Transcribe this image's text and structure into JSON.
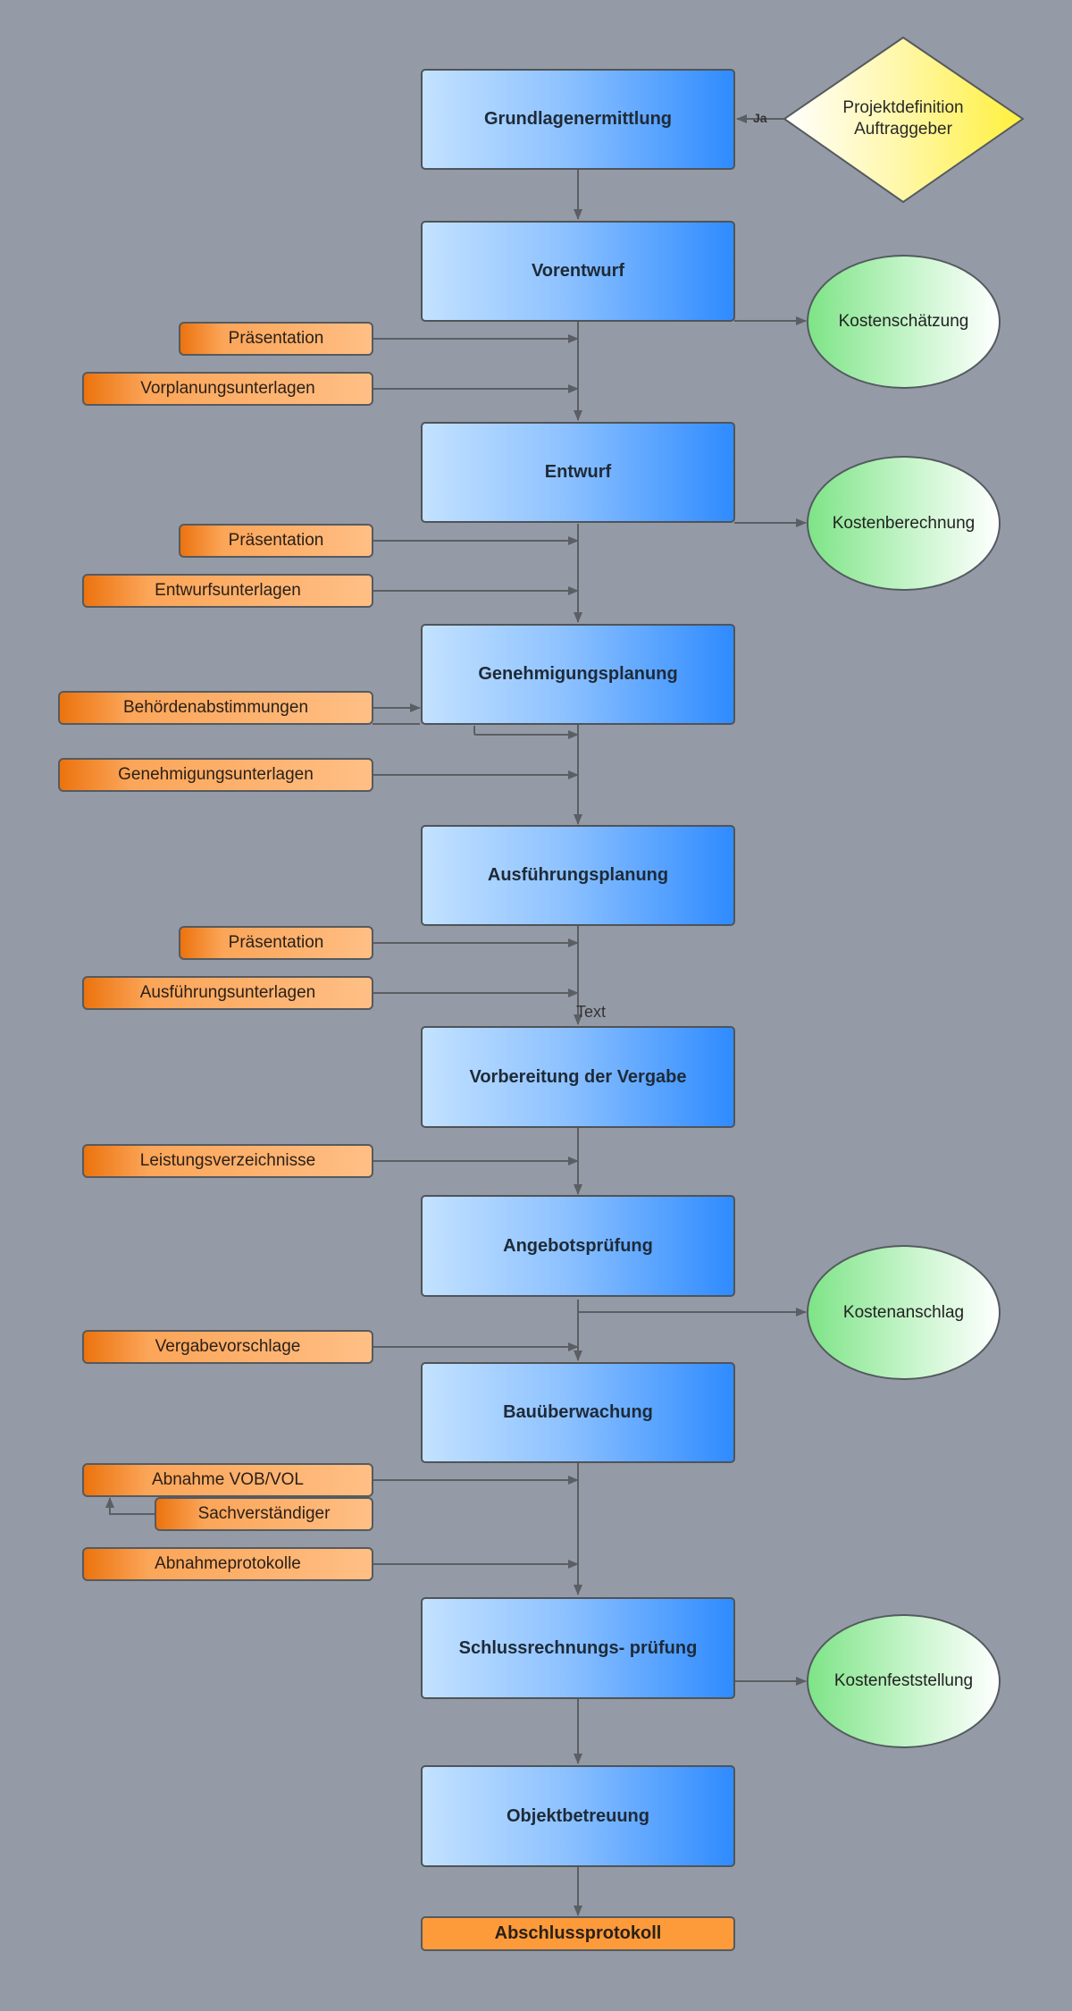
{
  "phases": [
    "Grundlagenermittlung",
    "Vorentwurf",
    "Entwurf",
    "Genehmigungsplanung",
    "Ausführungsplanung",
    "Vorbereitung der Vergabe",
    "Angebotsprüfung",
    "Bauüberwachung",
    "Schlussrechnungs- prüfung",
    "Objektbetreuung"
  ],
  "inputs": [
    "Präsentation",
    "Vorplanungsunterlagen",
    "Präsentation",
    "Entwurfsunterlagen",
    "Behördenabstimmungen",
    "Genehmigungsunterlagen",
    "Präsentation",
    "Ausführungsunterlagen",
    "Leistungsverzeichnisse",
    "Vergabevorschlage",
    "Abnahme VOB/VOL",
    "Sachverständiger",
    "Abnahmeprotokolle"
  ],
  "costs": [
    "Kostenschätzung",
    "Kostenberechnung",
    "Kostenanschlag",
    "Kostenfeststellung"
  ],
  "decision": {
    "line1": "Projektdefinition",
    "line2": "Auftraggeber",
    "edge_label": "Ja"
  },
  "text_label": "Text",
  "final": "Abschlussprotokoll",
  "colors": {
    "background": "#959ba6",
    "phase_blue": "#2f8bff",
    "input_orange": "#ec730e",
    "cost_green": "#7ee487",
    "decision_yellow": "#fff24a",
    "connector": "#5b5f64"
  }
}
